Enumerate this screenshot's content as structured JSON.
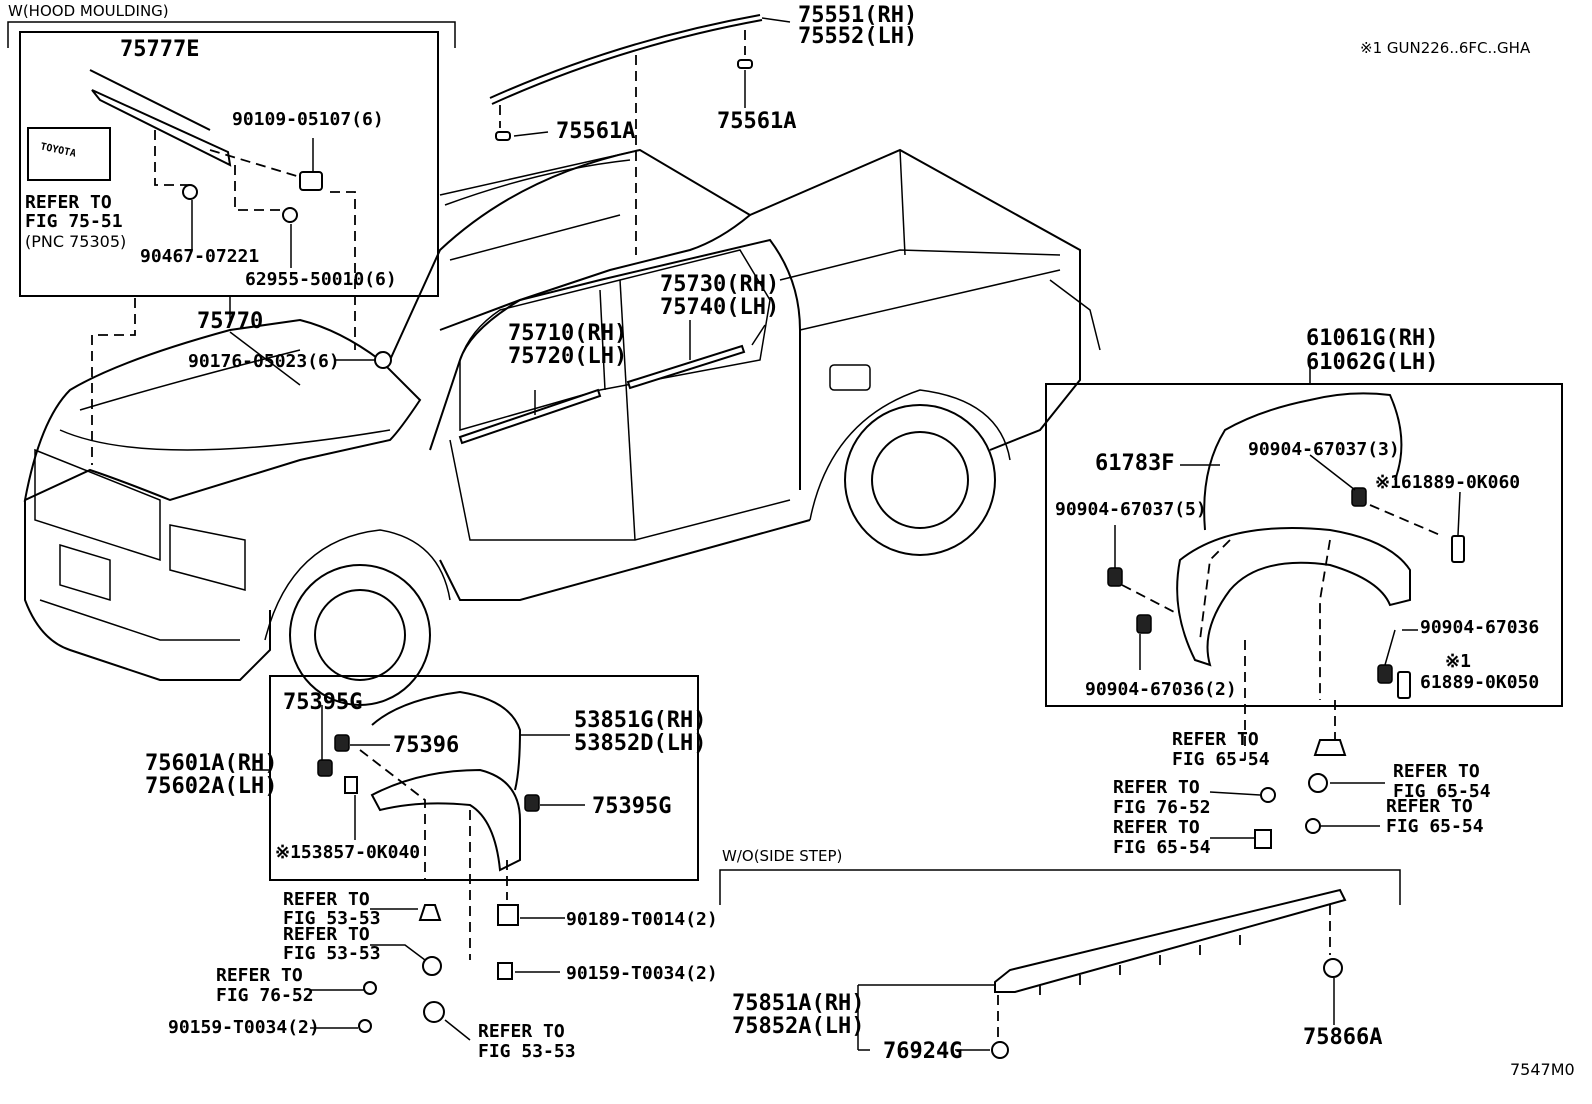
{
  "groups": {
    "hood_moulding": "W(HOOD MOULDING)",
    "side_step": "W/O(SIDE STEP)"
  },
  "note": "※1 GUN226..6FC..GHA",
  "figure_code": "7547M0",
  "badge_text": "TOYOTA",
  "labels": {
    "p75777E": "75777E",
    "refer_75_51_a": "REFER TO",
    "refer_75_51_b": "FIG 75-51",
    "refer_75_51_c": "(PNC 75305)",
    "p90109": "90109-05107(6)",
    "p90467": "90467-07221",
    "p62955": "62955-50010(6)",
    "p75770": "75770",
    "p90176": "90176-05023(6)",
    "p75551": "75551(RH)",
    "p75552": "75552(LH)",
    "p75561A_a": "75561A",
    "p75561A_b": "75561A",
    "p75730": "75730(RH)",
    "p75740": "75740(LH)",
    "p75710": "75710(RH)",
    "p75720": "75720(LH)",
    "p61061G": "61061G(RH)",
    "p61062G": "61062G(LH)",
    "p61783F": "61783F",
    "p90904_67037_3": "90904-67037(3)",
    "p61889_0K060": "※161889-0K060",
    "p90904_67037_5": "90904-67037(5)",
    "p90904_67036": "90904-67036",
    "p90904_67036_2": "90904-67036(2)",
    "note1": "※1",
    "p61889_0K050": "61889-0K050",
    "r65_54_a1": "REFER TO",
    "r65_54_a2": "FIG 65-54",
    "r76_52_a1": "REFER TO",
    "r76_52_a2": "FIG 76-52",
    "r65_54_b1": "REFER TO",
    "r65_54_b2": "FIG 65-54",
    "r65_54_c1": "REFER TO",
    "r65_54_c2": "FIG 65-54",
    "r65_54_d1": "REFER TO",
    "r65_54_d2": "FIG 65-54",
    "p75395G_a": "75395G",
    "p75396": "75396",
    "p53851G": "53851G(RH)",
    "p53852D": "53852D(LH)",
    "p75601A": "75601A(RH)",
    "p75602A": "75602A(LH)",
    "p75395G_b": "75395G",
    "p153857": "※153857-0K040",
    "r53_53_a1": "REFER TO",
    "r53_53_a2": "FIG 53-53",
    "r53_53_b1": "REFER TO",
    "r53_53_b2": "FIG 53-53",
    "r76_52_b1": "REFER TO",
    "r76_52_b2": "FIG 76-52",
    "p90159_a": "90159-T0034(2)",
    "r53_53_c1": "REFER TO",
    "r53_53_c2": "FIG 53-53",
    "p90189": "90189-T0014(2)",
    "p90159_b": "90159-T0034(2)",
    "p75851A": "75851A(RH)",
    "p75852A": "75852A(LH)",
    "p76924G": "76924G",
    "p75866A": "75866A"
  }
}
